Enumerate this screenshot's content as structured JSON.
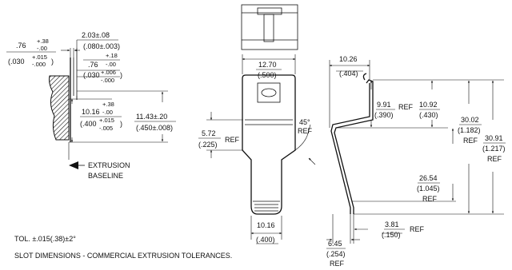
{
  "left_view": {
    "d1_top": ".76",
    "d1_tol_plus": "+.38",
    "d1_tol_minus": "-.00",
    "d1_in_a": "(.030",
    "d1_in_tol_plus": "+.015",
    "d1_in_tol_minus": "-.000",
    "d1_in_b": ")",
    "d2_top": "2.03±.08",
    "d2_in": "(.080±.003)",
    "d3_top": ".76",
    "d3_tol_plus": "+.18",
    "d3_tol_minus": "-.00",
    "d3_in_a": "(.030",
    "d3_in_tol_plus": "+.006",
    "d3_in_tol_minus": "-.000",
    "d3_in_b": ")",
    "d4_top": "10.16",
    "d4_tol_plus": "+.38",
    "d4_tol_minus": "-.00",
    "d4_in_a": "(.400",
    "d4_in_tol_plus": "+.015",
    "d4_in_tol_minus": "-.005",
    "d4_in_b": ")",
    "d5_top": "11.43±.20",
    "d5_in": "(.450±.008)",
    "baseline_line1": "EXTRUSION",
    "baseline_line2": "BASELINE"
  },
  "front_view": {
    "w_top": "12.70",
    "w_in": "(.500)",
    "h_mm": "5.72",
    "h_in": "(.225)",
    "h_ref": "REF",
    "angle": "45°",
    "angle_ref": "REF",
    "bw_top": "10.16",
    "bw_in": "(.400)"
  },
  "side_view": {
    "d1_top": "10.26",
    "d1_in": "(.404)",
    "d2_top": "9.91",
    "d2_in": "(.390)",
    "d2_ref": "REF",
    "d3_top": "10.92",
    "d3_in": "(.430)",
    "d4_top": "30.02",
    "d4_in": "(1.182)",
    "d4_ref": "REF",
    "d5_top": "30.91",
    "d5_in": "(1.217)",
    "d5_ref": "REF",
    "d6_top": "26.54",
    "d6_in": "(1.045)",
    "d6_ref": "REF",
    "d7_top": "3.81",
    "d7_in": "(.150)",
    "d7_ref": "REF",
    "d8_top": "6.45",
    "d8_in": "(.254)",
    "d8_ref": "REF"
  },
  "notes": {
    "tol": "TOL. ±.015(.38)±2°",
    "slot": "SLOT DIMENSIONS - COMMERCIAL EXTRUSION TOLERANCES."
  }
}
